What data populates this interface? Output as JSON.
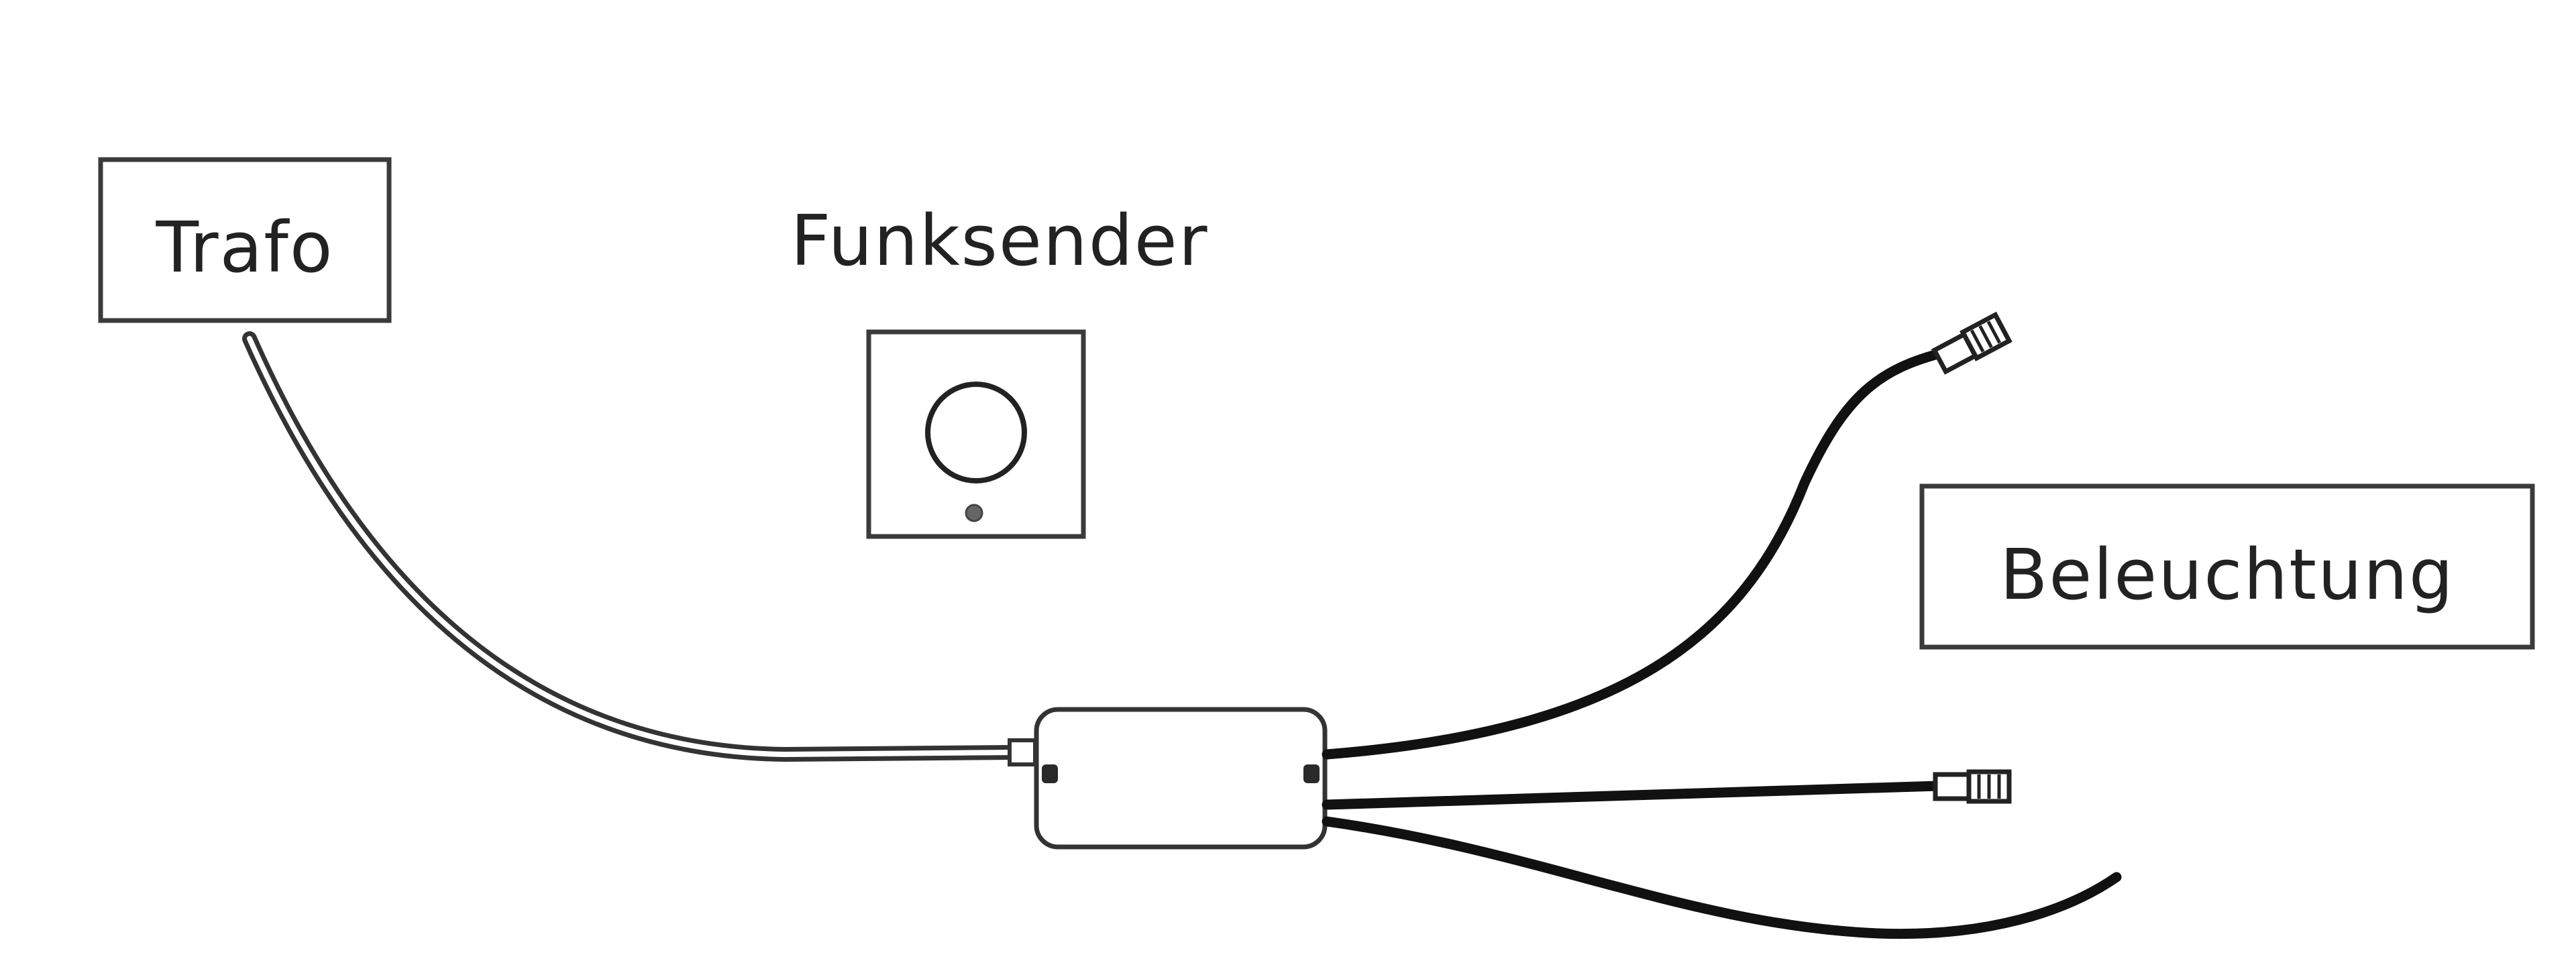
{
  "diagram": {
    "labels": {
      "transformer": "Trafo",
      "transmitter": "Funksender",
      "lighting": "Beleuchtung"
    }
  }
}
